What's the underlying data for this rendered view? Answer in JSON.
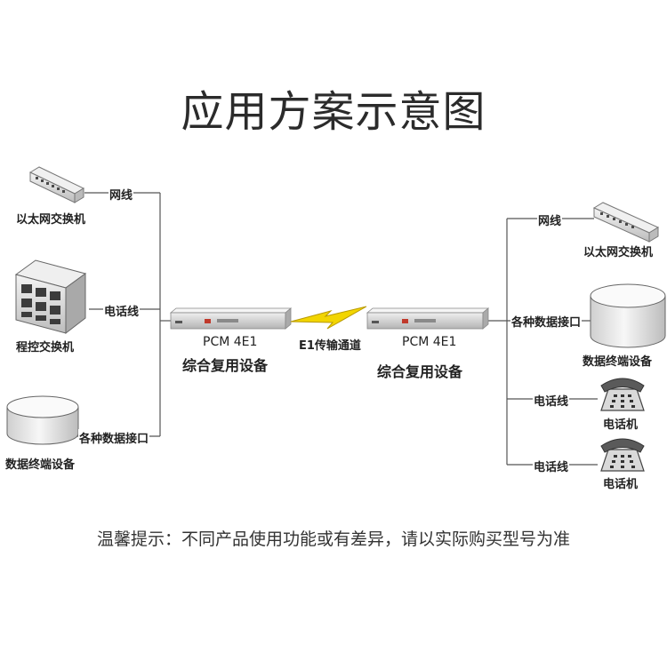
{
  "title": "应用方案示意图",
  "left": {
    "switch_label": "以太网交换机",
    "switch_line": "网线",
    "pbx_label": "程控交换机",
    "pbx_line": "电话线",
    "data_label": "数据终端设备",
    "data_line": "各种数据接口"
  },
  "link": {
    "mux_model_left": "PCM 4E1",
    "mux_title_left": "综合复用设备",
    "channel": "E1传输通道",
    "mux_model_right": "PCM 4E1",
    "mux_title_right": "综合复用设备"
  },
  "right": {
    "switch_line": "网线",
    "switch_label": "以太网交换机",
    "data_line": "各种数据接口",
    "data_label": "数据终端设备",
    "phone1_line": "电话线",
    "phone1_label": "电话机",
    "phone2_line": "电话线",
    "phone2_label": "电话机"
  },
  "note": "温馨提示：不同产品使用功能或有差异，请以实际购买型号为准",
  "colors": {
    "line": "#555555",
    "device_body": "#d8d8d8",
    "bolt": "#f2d500"
  }
}
